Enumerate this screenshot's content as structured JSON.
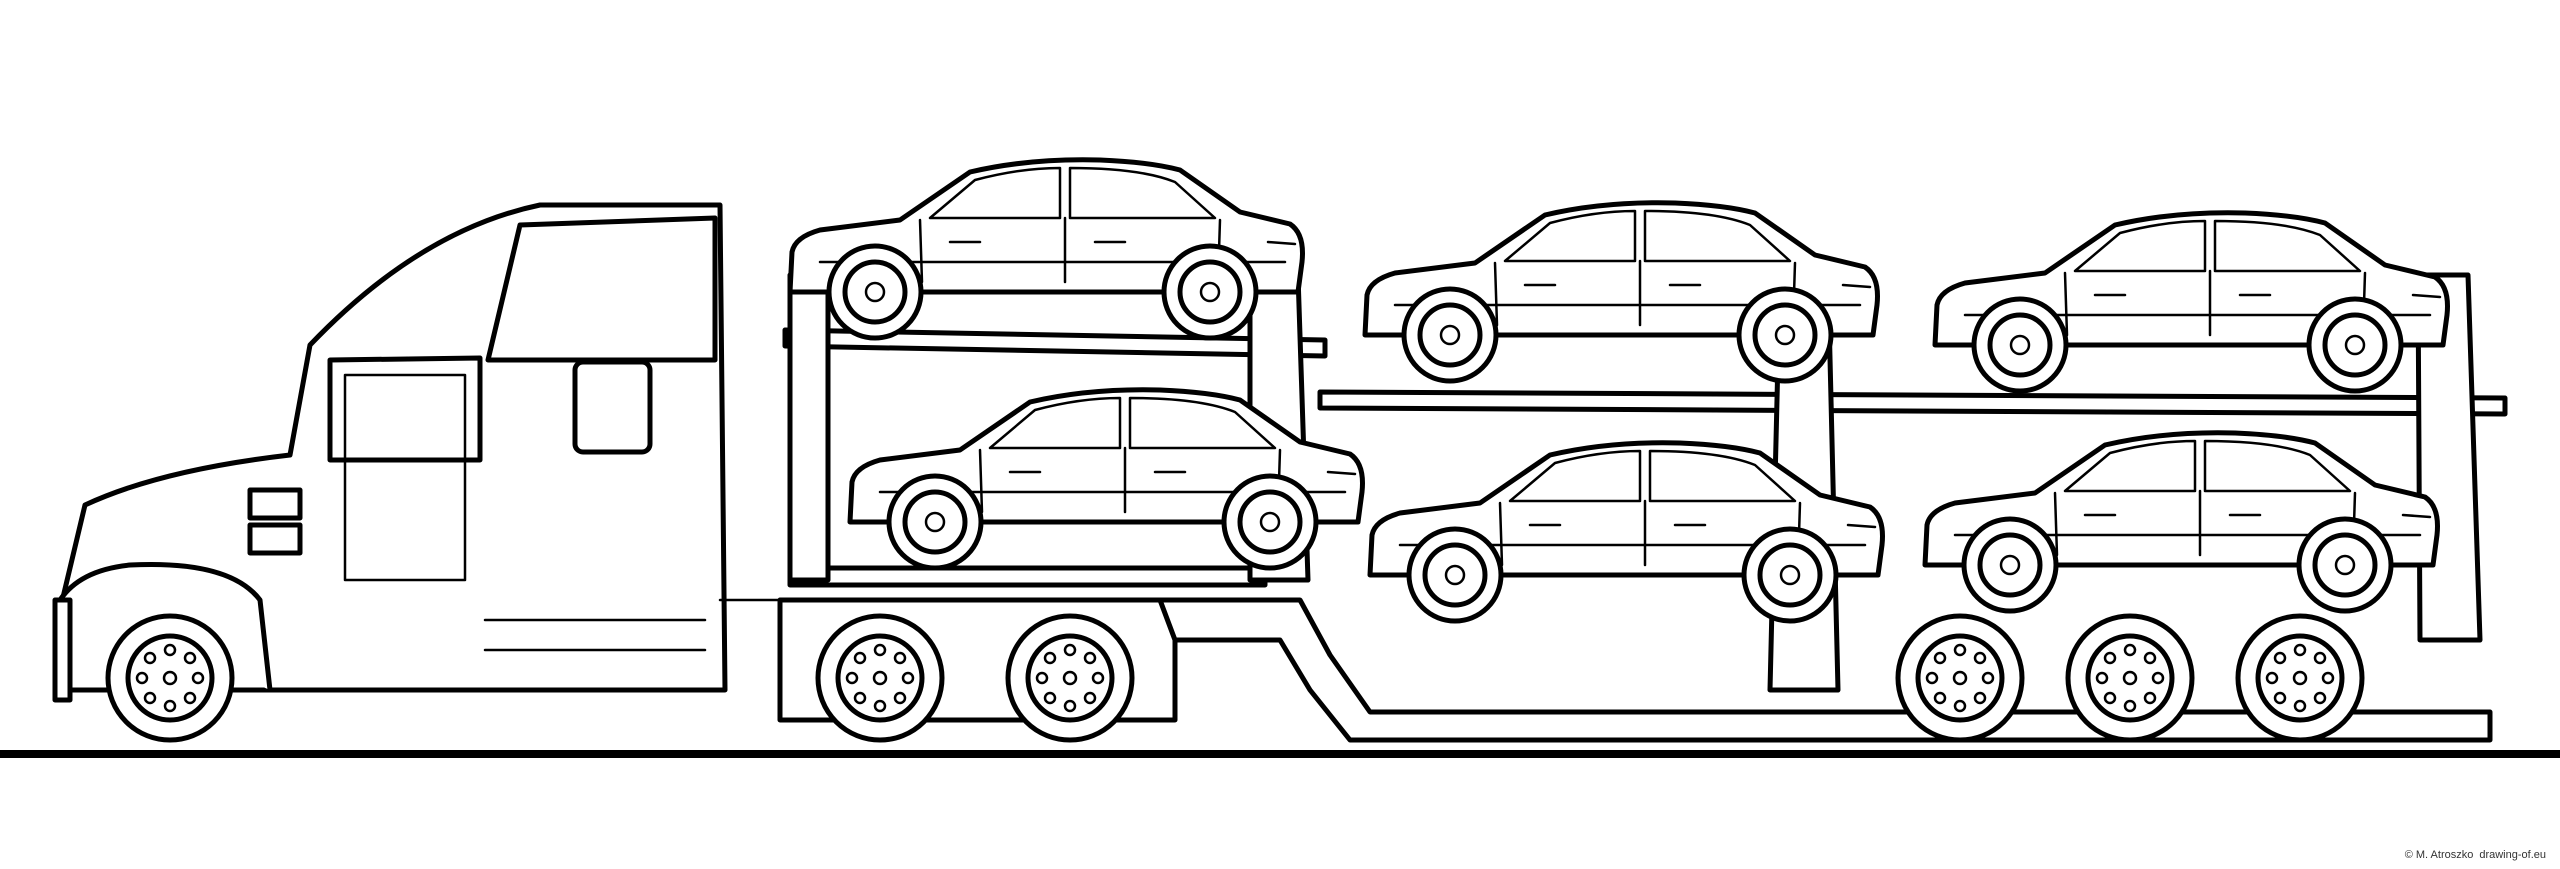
{
  "credit": {
    "author": "© M. Atroszko",
    "site": "drawing-of.eu"
  },
  "drawing": {
    "subject": "car-carrier-truck",
    "line_color": "#000000",
    "background_color": "#ffffff",
    "cars_loaded": 6
  }
}
